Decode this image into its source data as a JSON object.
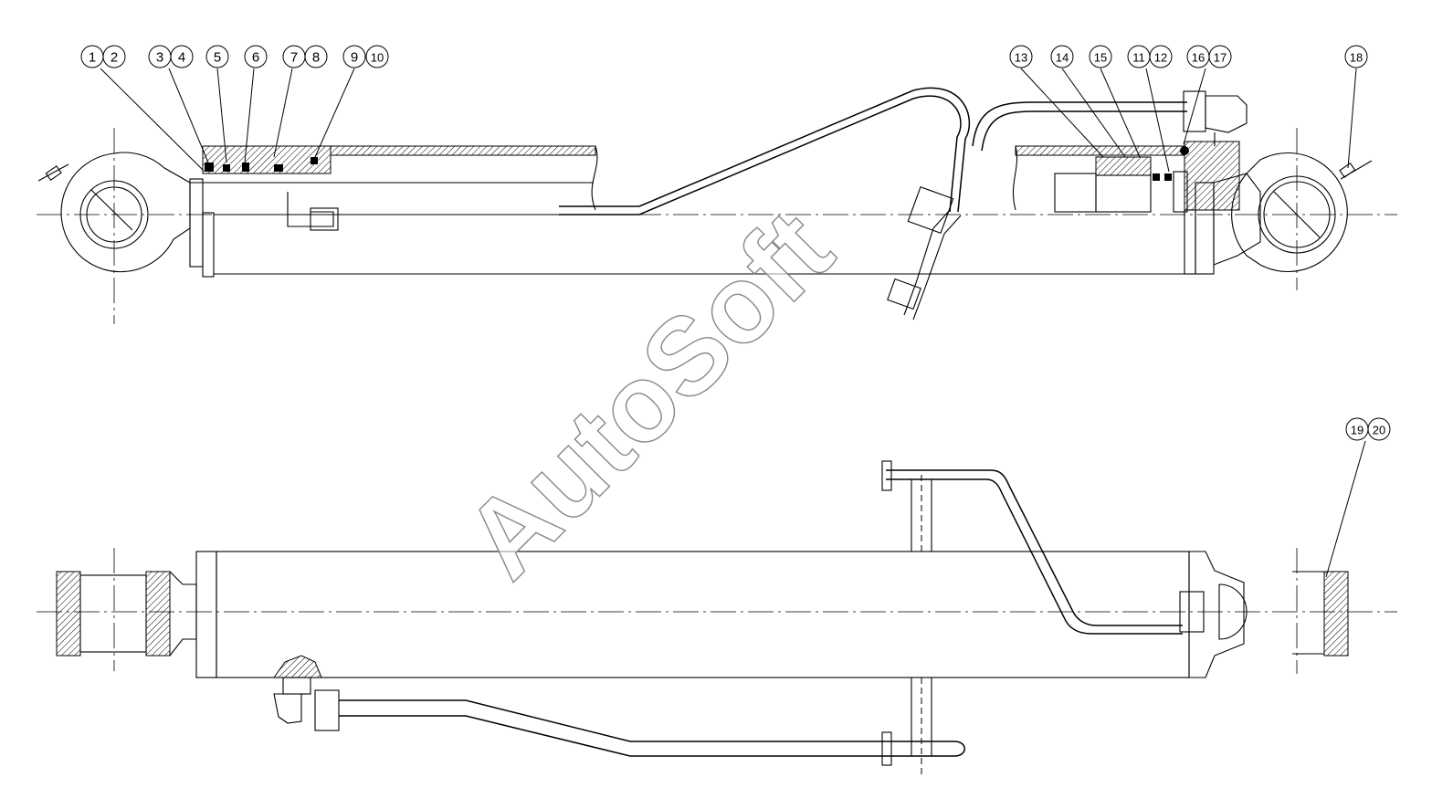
{
  "callouts_top": [
    "1",
    "2",
    "3",
    "4",
    "5",
    "6",
    "7",
    "8",
    "9",
    "10",
    "13",
    "14",
    "15",
    "11",
    "12",
    "16",
    "17",
    "18"
  ],
  "callouts_bottom": [
    "19",
    "20"
  ],
  "watermark": "AutoSoft"
}
